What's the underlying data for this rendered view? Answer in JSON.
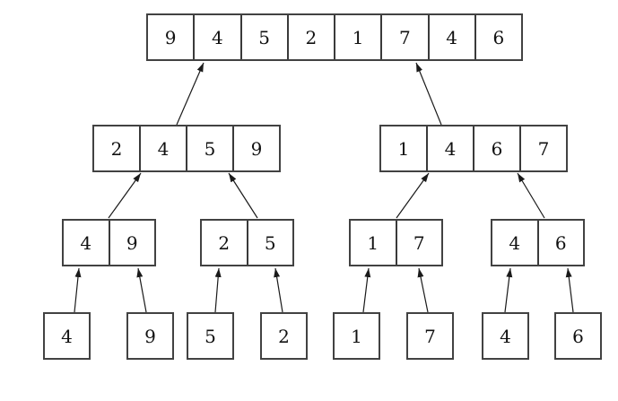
{
  "diagram": {
    "kind": "merge-sort-tree",
    "levels": [
      {
        "name": "top-array",
        "nodes": [
          {
            "id": "root",
            "cells": [
              "9",
              "4",
              "5",
              "2",
              "1",
              "7",
              "4",
              "6"
            ]
          }
        ]
      },
      {
        "name": "half-arrays",
        "nodes": [
          {
            "id": "l1-left",
            "cells": [
              "2",
              "4",
              "5",
              "9"
            ]
          },
          {
            "id": "l1-right",
            "cells": [
              "1",
              "4",
              "6",
              "7"
            ]
          }
        ]
      },
      {
        "name": "pair-arrays",
        "nodes": [
          {
            "id": "l2-1",
            "cells": [
              "4",
              "9"
            ]
          },
          {
            "id": "l2-2",
            "cells": [
              "2",
              "5"
            ]
          },
          {
            "id": "l2-3",
            "cells": [
              "1",
              "7"
            ]
          },
          {
            "id": "l2-4",
            "cells": [
              "4",
              "6"
            ]
          }
        ]
      },
      {
        "name": "single-elements",
        "nodes": [
          {
            "id": "l3-1",
            "cells": [
              "4"
            ]
          },
          {
            "id": "l3-2",
            "cells": [
              "9"
            ]
          },
          {
            "id": "l3-3",
            "cells": [
              "5"
            ]
          },
          {
            "id": "l3-4",
            "cells": [
              "2"
            ]
          },
          {
            "id": "l3-5",
            "cells": [
              "1"
            ]
          },
          {
            "id": "l3-6",
            "cells": [
              "7"
            ]
          },
          {
            "id": "l3-7",
            "cells": [
              "4"
            ]
          },
          {
            "id": "l3-8",
            "cells": [
              "6"
            ]
          }
        ]
      }
    ],
    "edges": [
      {
        "from": "l1-left",
        "to": "root"
      },
      {
        "from": "l1-right",
        "to": "root"
      },
      {
        "from": "l2-1",
        "to": "l1-left"
      },
      {
        "from": "l2-2",
        "to": "l1-left"
      },
      {
        "from": "l2-3",
        "to": "l1-right"
      },
      {
        "from": "l2-4",
        "to": "l1-right"
      },
      {
        "from": "l3-1",
        "to": "l2-1"
      },
      {
        "from": "l3-2",
        "to": "l2-1"
      },
      {
        "from": "l3-3",
        "to": "l2-2"
      },
      {
        "from": "l3-4",
        "to": "l2-2"
      },
      {
        "from": "l3-5",
        "to": "l2-3"
      },
      {
        "from": "l3-6",
        "to": "l2-3"
      },
      {
        "from": "l3-7",
        "to": "l2-4"
      },
      {
        "from": "l3-8",
        "to": "l2-4"
      }
    ]
  },
  "colors": {
    "background": "#ffffff",
    "box_border": "#424242",
    "cell_divider": "#3a3a3a",
    "arrow": "#1a1a1a",
    "text": "#111111"
  }
}
